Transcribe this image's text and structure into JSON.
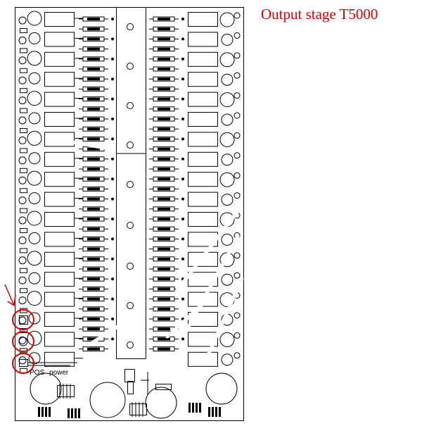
{
  "caption": {
    "text": "Output stage T5000"
  },
  "board": {
    "label_pos": "POS",
    "label_power": "power"
  },
  "colors": {
    "annotation": "#e00000",
    "ink": "#000000",
    "background": "#ffffff"
  },
  "highlight_count": 3
}
